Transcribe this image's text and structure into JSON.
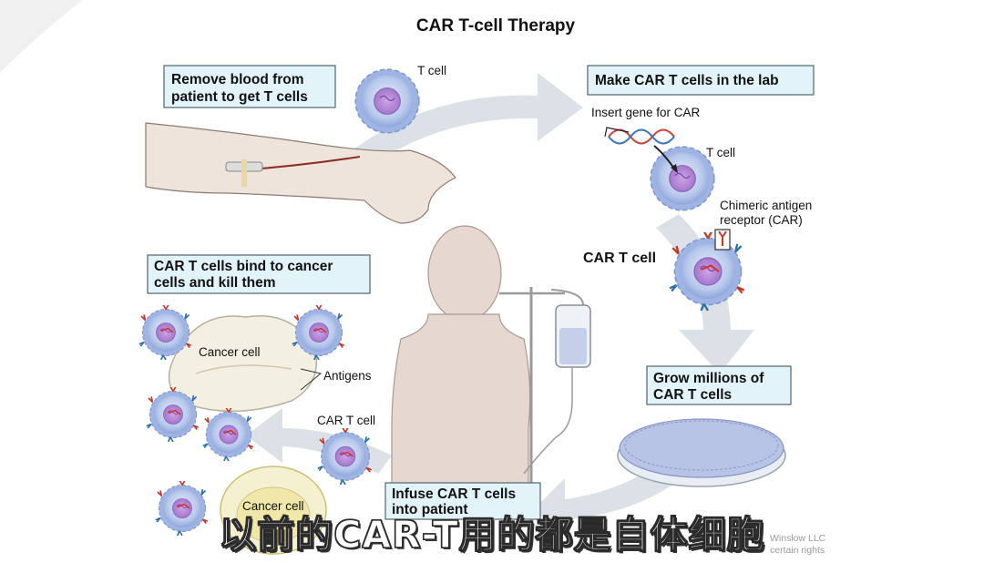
{
  "title": "CAR T-cell Therapy",
  "steps": {
    "remove_blood": [
      "Remove blood from",
      "patient to get T cells"
    ],
    "make_car": "Make CAR T cells in the lab",
    "grow": [
      "Grow millions of",
      "CAR T cells"
    ],
    "infuse": [
      "Infuse CAR T cells",
      "into patient"
    ],
    "bind_kill": [
      "CAR T cells bind to cancer",
      "cells and kill them"
    ]
  },
  "labels": {
    "t_cell_top": "T cell",
    "insert_gene": "Insert gene for CAR",
    "t_cell_lab": "T cell",
    "chimeric": [
      "Chimeric antigen",
      "receptor (CAR)"
    ],
    "car_t_cell_right": "CAR T cell",
    "cancer_cell_top": "Cancer cell",
    "antigens": "Antigens",
    "car_t_cell_left": "CAR T cell",
    "cancer_cell_bottom": "Cancer cell"
  },
  "credit": [
    "Winslow LLC",
    "certain rights"
  ],
  "subtitle": "以前的CAR-T用的都是自体细胞",
  "colors": {
    "box_fill": "#e3f3fa",
    "box_stroke": "#5f6f78",
    "arrow": "#d7dde3",
    "cell": "#aebfe6",
    "nucleus": "#b58ad6",
    "skin": "#eadbd2"
  }
}
